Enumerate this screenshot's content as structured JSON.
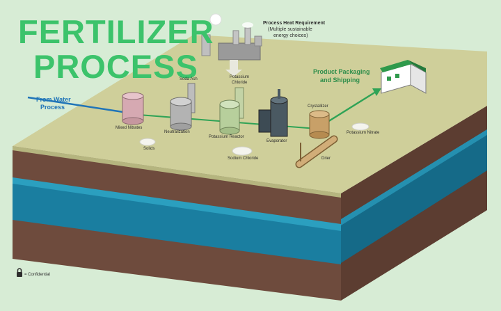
{
  "title": {
    "line1": "FERTILIZER",
    "line2": "PROCESS"
  },
  "labels": {
    "heat_line1": "Process Heat Requirement",
    "heat_line2": "(Multiple sustainable",
    "heat_line3": "energy choices)",
    "from_water_1": "From Water",
    "from_water_2": "Process",
    "product_1": "Product Packaging",
    "product_2": "and Shipping",
    "soda_ash": "Soda Ash",
    "potassium_chloride_1": "Potassium",
    "potassium_chloride_2": "Chloride",
    "mixed_nitrates": "Mixed Nitrates",
    "neutralization": "Neutralization",
    "potassium_reactor": "Potassium Reactor",
    "evaporator": "Evaporator",
    "crystallizer": "Crystallizer",
    "drier": "Drier",
    "solids": "Solids",
    "sodium_chloride": "Sodium Chloride",
    "potassium_nitrate": "Potassium Nitrate"
  },
  "legend": {
    "text": "= Confidential"
  },
  "colors": {
    "title_green": "#3cc36b",
    "flow_blue": "#1f74b8",
    "flow_green": "#2fa356",
    "aquifer": "#1a7ea0",
    "soil": "#6e4b3d",
    "surface": "#cfcf9a"
  }
}
